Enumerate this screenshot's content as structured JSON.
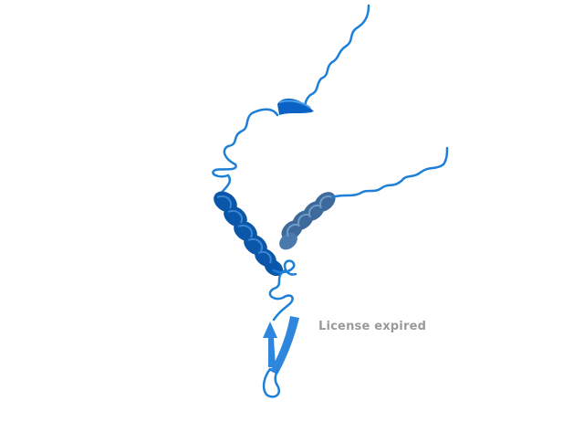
{
  "viewer": {
    "watermark_text": "License expired",
    "background_color": "#ffffff"
  },
  "structure": {
    "style": "cartoon",
    "elements": [
      "coil",
      "helix",
      "helix",
      "helix",
      "beta-strand",
      "beta-strand"
    ],
    "colors": {
      "coil": "#1e7fd8",
      "helix_left": "#0a56a8",
      "helix_right": "#3d6a9a",
      "helix_small": "#0a63c4",
      "strand": "#2f86dd"
    }
  }
}
